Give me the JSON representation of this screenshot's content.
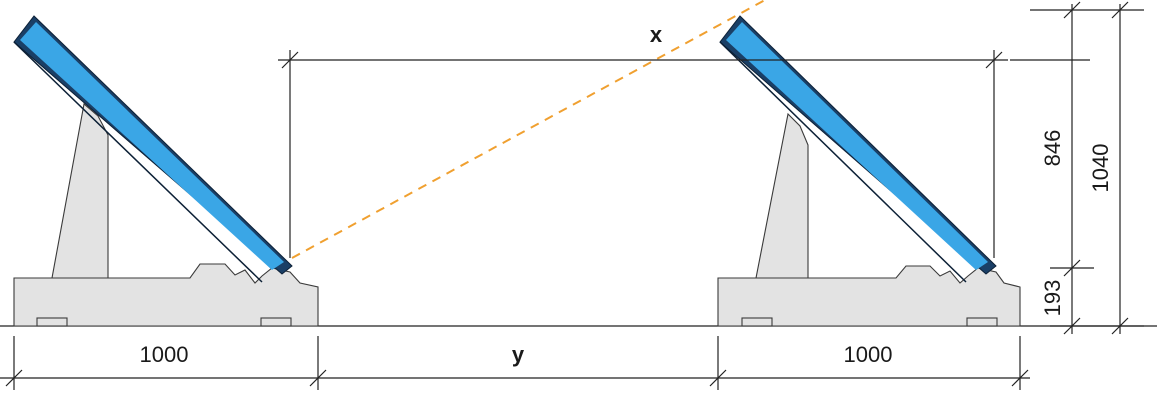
{
  "drawing": {
    "labels": {
      "x": "x",
      "y": "y",
      "base_width_left": "1000",
      "base_width_right": "1000",
      "height_panel": "846",
      "height_base": "193",
      "height_total": "1040"
    },
    "colors": {
      "panel": "#3aa6e6",
      "panel_frame": "#1a3f66",
      "concrete": "#e3e3e3",
      "shading_line": "#f0a030",
      "dimension": "#222222"
    }
  }
}
